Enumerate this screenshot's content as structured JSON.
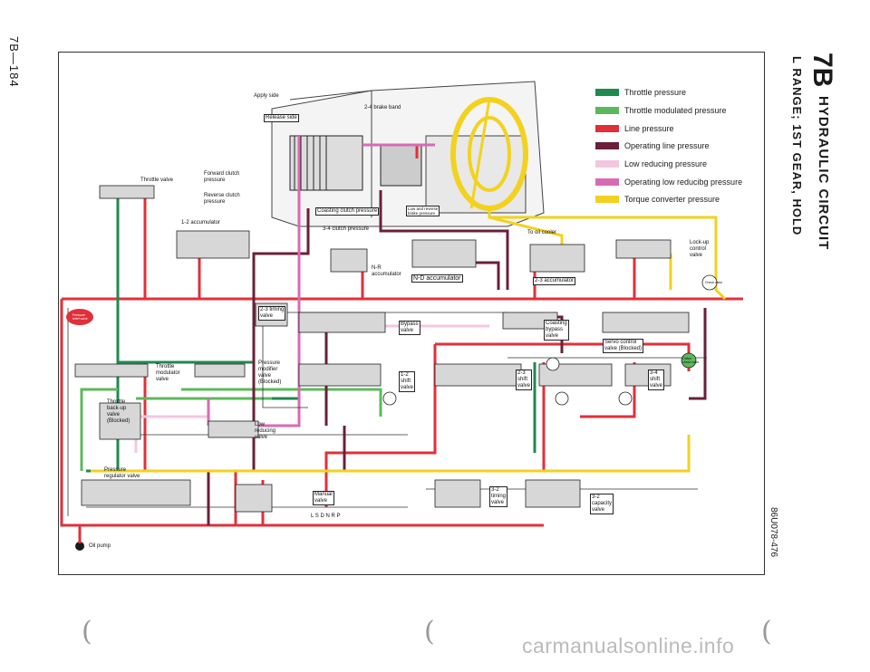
{
  "page": {
    "page_number": "7B—184",
    "figure_code": "86U078-476",
    "section": "7B",
    "section_title": "HYDRAULIC CIRCUIT",
    "subtitle": "L RANGE; 1ST GEAR, HOLD",
    "watermark": "carmanualsonline.info"
  },
  "legend": [
    {
      "label": "Throttle pressure",
      "color": "#1e8a4e"
    },
    {
      "label": "Throttle modulated pressure",
      "color": "#5cb85c"
    },
    {
      "label": "Line pressure",
      "color": "#e0303a"
    },
    {
      "label": "Operating line pressure",
      "color": "#6a2038"
    },
    {
      "label": "Low reducing pressure",
      "color": "#f3c6e0"
    },
    {
      "label": "Operating low reducibg pressure",
      "color": "#d86ab4"
    },
    {
      "label": "Torque converter pressure",
      "color": "#f2d21e"
    }
  ],
  "labels": {
    "apply_side": "Apply side",
    "release_side": "Release side",
    "brake_band": "2-4 brake band",
    "throttle_valve": "Throttle valve",
    "forward_clutch": "Forward clutch\npressure",
    "reverse_clutch": "Reverse clutch\npressure",
    "accum_12": "1-2 accumulator",
    "coasting_clutch": "Coasting clutch pressure",
    "low_reverse": "Low and reverse\nbrake pressure",
    "clutch_34": "3-4 clutch pressure",
    "oil_cooler": "To oil cooler",
    "lockup": "Lock-up\ncontrol\nvalve",
    "nr_accum": "N-R\naccumulator",
    "nd_accum": "N-D accumulator",
    "accum_23": "2-3 accumulator",
    "timing_23": "2-3 timing\nvalve",
    "bypass": "Bypass\nvalve",
    "coasting_bypass": "Coasting\nbypass\nvalve",
    "servo": "Servo control\nvalve (Blocked)",
    "throttle_mod": "Throttle\nmodulator\nvalve",
    "pressure_mod": "Pressure\nmodifier\nvalve\n(Blocked)",
    "shift_12": "1-2\nshift\nvalve",
    "shift_23": "2-3\nshift\nvalve",
    "shift_34": "3-4\nshift\nvalve",
    "throttle_backup": "Throttle\nback-up\nvalve\n(Blocked)",
    "low_reducing": "Low\nreducing\nvalve",
    "pressure_reg": "Pressure\nregulator valve",
    "manual": "Manual\nvalve",
    "gear_positions": "L S D N R P",
    "timing_32": "3-2\ntiming\nvalve",
    "capacity_32": "3-2\ncapacity\nvalve",
    "oil_pump": "Oil pump",
    "pressure_relief": "Pressure\nrelief valve",
    "orifice_check": "Orifice\ncheck valve",
    "check_valve": "Check valve"
  }
}
